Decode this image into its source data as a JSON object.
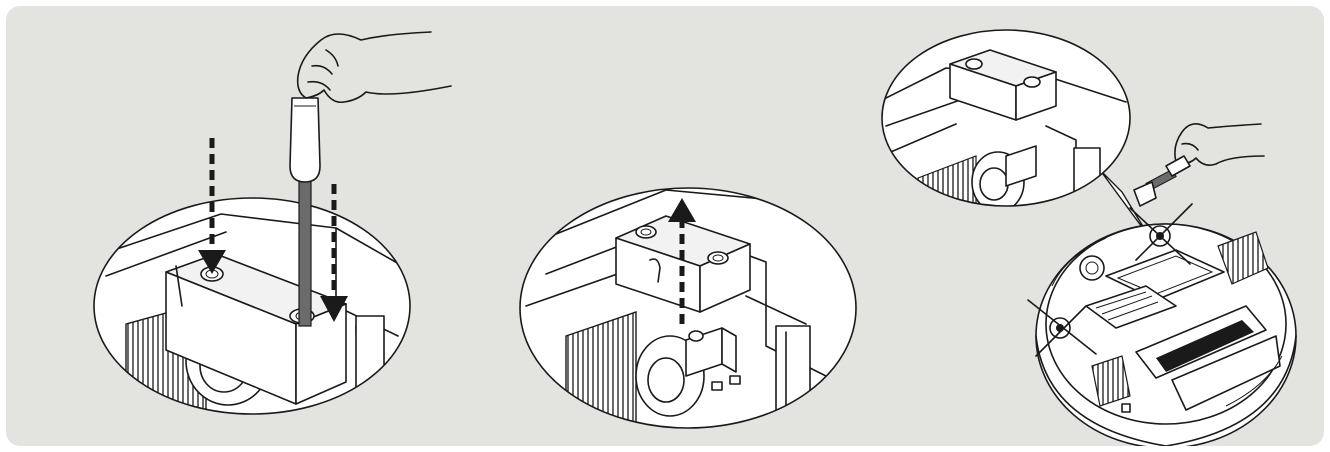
{
  "colors": {
    "background": "#e3e3df",
    "outline": "#1a1a1a",
    "fill": "#ffffff",
    "screwdriver_shaft": "#6b6b6b"
  },
  "steps": [
    {
      "name": "step-1-screw-in",
      "arrows": [
        "down",
        "down"
      ],
      "icons": [
        "hand-icon",
        "screwdriver-icon"
      ]
    },
    {
      "name": "step-2-lift-block",
      "arrows": [
        "up"
      ],
      "icons": []
    },
    {
      "name": "step-3-robot-overview",
      "arrows": [],
      "icons": [
        "hand-icon",
        "robot-vacuum-icon"
      ]
    }
  ]
}
